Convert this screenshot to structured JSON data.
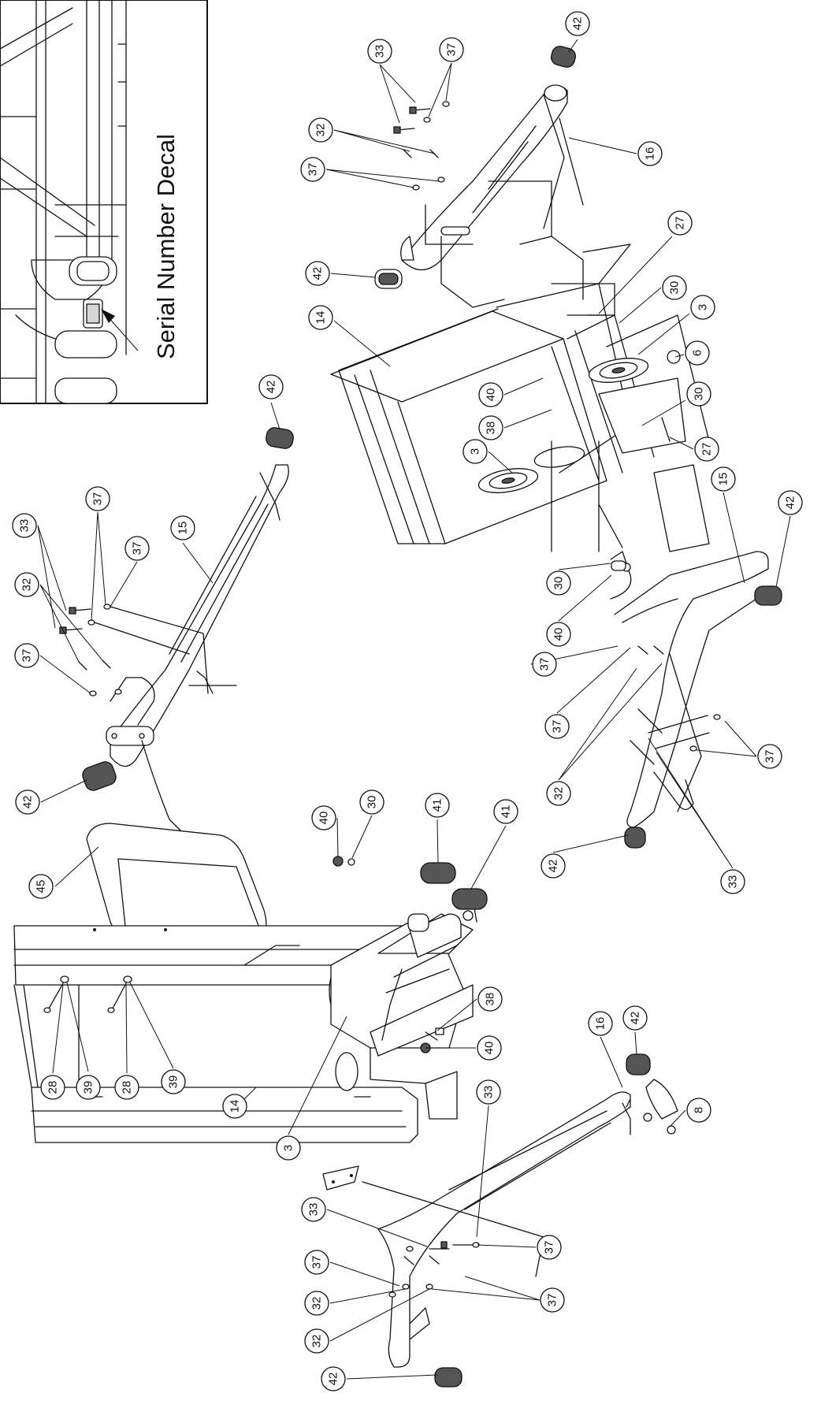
{
  "inset": {
    "label": "Serial Number Decal"
  },
  "callouts": [
    {
      "num": "42"
    },
    {
      "num": "33"
    },
    {
      "num": "37"
    },
    {
      "num": "32"
    },
    {
      "num": "37"
    },
    {
      "num": "16"
    },
    {
      "num": "42"
    },
    {
      "num": "27"
    },
    {
      "num": "14"
    },
    {
      "num": "30"
    },
    {
      "num": "3"
    },
    {
      "num": "40"
    },
    {
      "num": "6"
    },
    {
      "num": "38"
    },
    {
      "num": "30"
    },
    {
      "num": "3"
    },
    {
      "num": "27"
    },
    {
      "num": "42"
    },
    {
      "num": "15"
    },
    {
      "num": "33"
    },
    {
      "num": "37"
    },
    {
      "num": "37"
    },
    {
      "num": "32"
    },
    {
      "num": "37"
    },
    {
      "num": "42"
    },
    {
      "num": "15"
    },
    {
      "num": "42"
    },
    {
      "num": "30"
    },
    {
      "num": "40"
    },
    {
      "num": "37"
    },
    {
      "num": "37"
    },
    {
      "num": "32"
    },
    {
      "num": "37"
    },
    {
      "num": "33"
    },
    {
      "num": "42"
    },
    {
      "num": "45"
    },
    {
      "num": "40"
    },
    {
      "num": "30"
    },
    {
      "num": "41"
    },
    {
      "num": "41"
    },
    {
      "num": "28"
    },
    {
      "num": "39"
    },
    {
      "num": "28"
    },
    {
      "num": "39"
    },
    {
      "num": "14"
    },
    {
      "num": "3"
    },
    {
      "num": "38"
    },
    {
      "num": "40"
    },
    {
      "num": "33"
    },
    {
      "num": "16"
    },
    {
      "num": "42"
    },
    {
      "num": "8"
    },
    {
      "num": "33"
    },
    {
      "num": "37"
    },
    {
      "num": "32"
    },
    {
      "num": "32"
    },
    {
      "num": "37"
    },
    {
      "num": "37"
    },
    {
      "num": "42"
    }
  ]
}
